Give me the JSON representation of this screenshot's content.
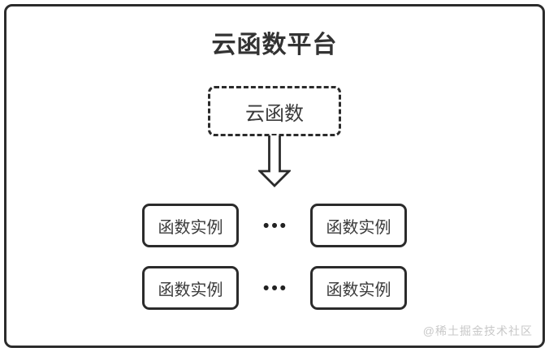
{
  "page": {
    "title": "云函数平台",
    "cloud_function_box": {
      "label": "云函数"
    },
    "instance_rows": [
      {
        "left_label": "函数实例",
        "ellipsis": "•••",
        "right_label": "函数实例"
      },
      {
        "left_label": "函数实例",
        "ellipsis": "•••",
        "right_label": "函数实例"
      }
    ],
    "watermark": "@稀土掘金技术社区",
    "colors": {
      "line": "#2b2b2b",
      "text": "#333333",
      "watermark_text": "#c8c8c8",
      "background": "#ffffff"
    }
  }
}
